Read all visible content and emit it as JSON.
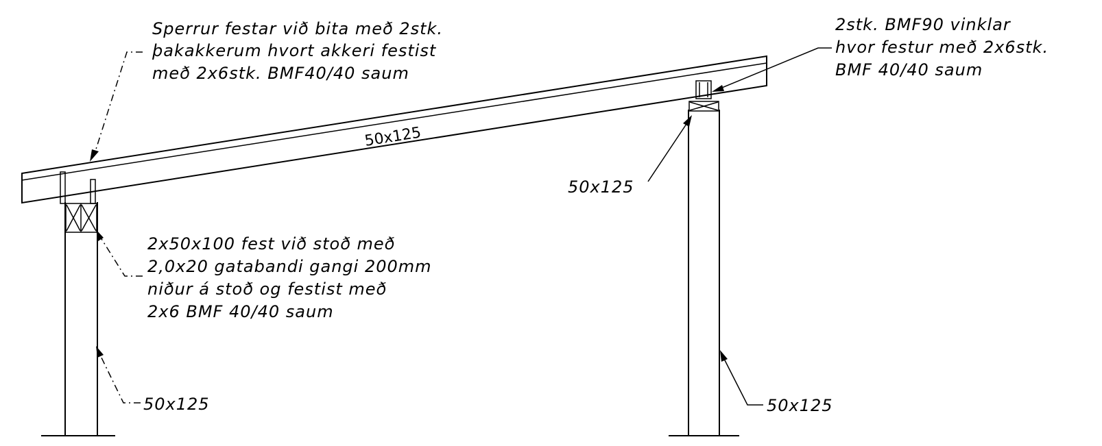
{
  "note_rafter_anchor": {
    "lines": [
      "Sperrur festar við bita með 2stk.",
      "þakakkerum hvort akkeri festist",
      "með 2x6stk. BMF40/40 saum"
    ]
  },
  "note_angle_bracket": {
    "lines": [
      "2stk. BMF90 vinklar",
      "hvor festur með 2x6stk.",
      "BMF 40/40 saum"
    ]
  },
  "note_double_beam": {
    "lines": [
      "2x50x100 fest við stoð með",
      "2,0x20 gatabandi gangi 200mm",
      "niður á stoð og festist með",
      "2x6 BMF 40/40 saum"
    ]
  },
  "labels": {
    "rafter": "50x125",
    "right_beam": "50x125",
    "left_post": "50x125",
    "right_post": "50x125"
  }
}
